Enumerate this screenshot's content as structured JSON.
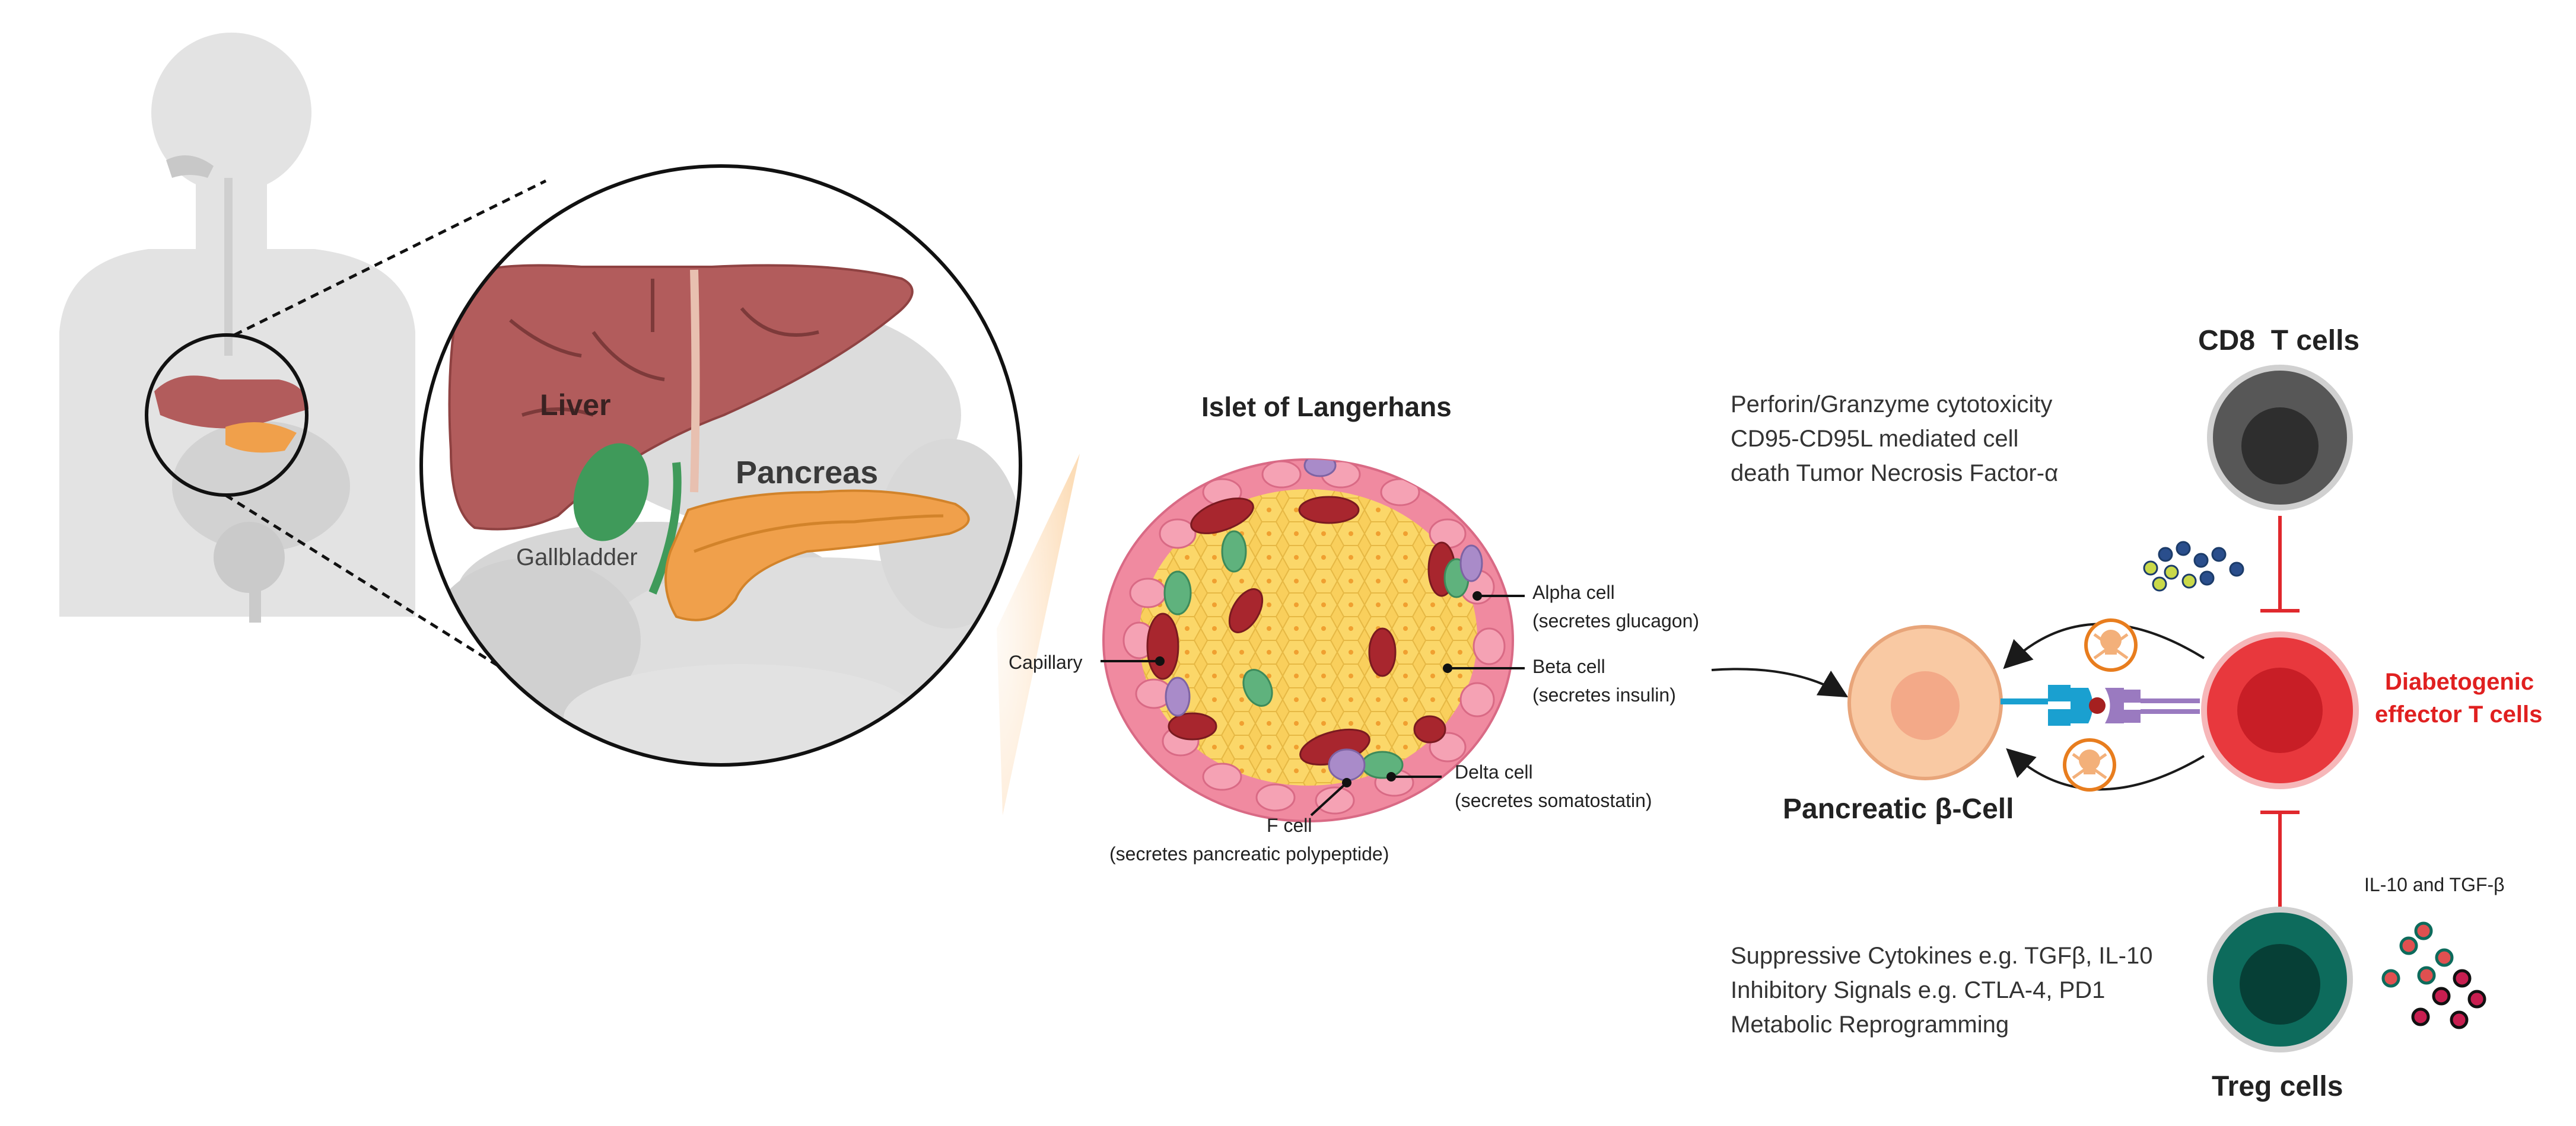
{
  "organ_panel": {
    "liver": "Liver",
    "pancreas": "Pancreas",
    "gallbladder": "Gallbladder"
  },
  "islet_panel": {
    "title": "Islet of Langerhans",
    "capillary": "Capillary",
    "alpha_line1": "Alpha cell",
    "alpha_line2": "(secretes glucagon)",
    "beta_line1": "Beta cell",
    "beta_line2": "(secretes insulin)",
    "delta_line1": "Delta cell",
    "delta_line2": "(secretes somatostatin)",
    "f_line1": "F cell",
    "f_line2": "(secretes pancreatic polypeptide)"
  },
  "immune_panel": {
    "cd8_title": "CD8  T cells",
    "cytotox_line1": "Perforin/Granzyme cytotoxicity",
    "cytotox_line2": "CD95-CD95L mediated cell",
    "cytotox_line3": "death Tumor Necrosis Factor-α",
    "beta_cell_label": "Pancreatic β-Cell",
    "effector_line1": "Diabetogenic",
    "effector_line2": "effector T cells",
    "il10_label": "IL-10 and TGF-β",
    "suppress_line1": "Suppressive Cytokines e.g. TGFβ, IL-10",
    "suppress_line2": "Inhibitory Signals e.g. CTLA-4, PD1",
    "suppress_line3": "Metabolic Reprogramming",
    "treg_title": "Treg cells"
  },
  "colors": {
    "cd8": "#575757",
    "effector": "#e8383d",
    "effector_text": "#e02020",
    "treg": "#0d6b5c",
    "beta_cell": "#f9c9a3",
    "inhibit_line": "#e0282d",
    "liver": "#b25c5c",
    "pancreas": "#f0a04b",
    "islet_pink": "#f08aa0",
    "islet_yellow": "#f9cf5c"
  }
}
